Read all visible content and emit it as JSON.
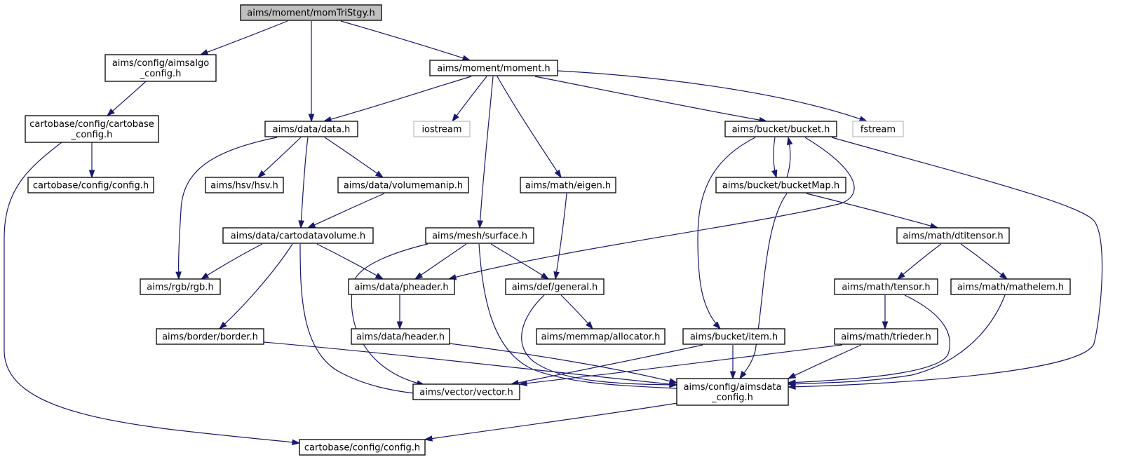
{
  "colors": {
    "edge": "#191970",
    "node_border": "#000000",
    "root_fill": "#bfbfbf",
    "external_border": "#bfbfbf",
    "node_fill": "#ffffff"
  },
  "nodes": [
    {
      "id": "root",
      "lines": [
        "aims/moment/momTriStgy.h"
      ],
      "kind": "root"
    },
    {
      "id": "aimsalgo",
      "lines": [
        "aims/config/aimsalgo",
        "_config.h"
      ],
      "kind": "normal"
    },
    {
      "id": "moment",
      "lines": [
        "aims/moment/moment.h"
      ],
      "kind": "normal"
    },
    {
      "id": "cbcfg",
      "lines": [
        "cartobase/config/cartobase",
        "_config.h"
      ],
      "kind": "normal"
    },
    {
      "id": "data",
      "lines": [
        "aims/data/data.h"
      ],
      "kind": "normal"
    },
    {
      "id": "iostream",
      "lines": [
        "iostream"
      ],
      "kind": "external"
    },
    {
      "id": "bucket",
      "lines": [
        "aims/bucket/bucket.h"
      ],
      "kind": "normal"
    },
    {
      "id": "fstream",
      "lines": [
        "fstream"
      ],
      "kind": "external"
    },
    {
      "id": "config1",
      "lines": [
        "cartobase/config/config.h"
      ],
      "kind": "normal"
    },
    {
      "id": "hsv",
      "lines": [
        "aims/hsv/hsv.h"
      ],
      "kind": "normal"
    },
    {
      "id": "volmanip",
      "lines": [
        "aims/data/volumemanip.h"
      ],
      "kind": "normal"
    },
    {
      "id": "eigen",
      "lines": [
        "aims/math/eigen.h"
      ],
      "kind": "normal"
    },
    {
      "id": "bucketmap",
      "lines": [
        "aims/bucket/bucketMap.h"
      ],
      "kind": "normal"
    },
    {
      "id": "cdvol",
      "lines": [
        "aims/data/cartodatavolume.h"
      ],
      "kind": "normal"
    },
    {
      "id": "surface",
      "lines": [
        "aims/mesh/surface.h"
      ],
      "kind": "normal"
    },
    {
      "id": "dtitensor",
      "lines": [
        "aims/math/dtitensor.h"
      ],
      "kind": "normal"
    },
    {
      "id": "rgb",
      "lines": [
        "aims/rgb/rgb.h"
      ],
      "kind": "normal"
    },
    {
      "id": "pheader",
      "lines": [
        "aims/data/pheader.h"
      ],
      "kind": "normal"
    },
    {
      "id": "general",
      "lines": [
        "aims/def/general.h"
      ],
      "kind": "normal"
    },
    {
      "id": "tensor",
      "lines": [
        "aims/math/tensor.h"
      ],
      "kind": "normal"
    },
    {
      "id": "mathelem",
      "lines": [
        "aims/math/mathelem.h"
      ],
      "kind": "normal"
    },
    {
      "id": "border",
      "lines": [
        "aims/border/border.h"
      ],
      "kind": "normal"
    },
    {
      "id": "header",
      "lines": [
        "aims/data/header.h"
      ],
      "kind": "normal"
    },
    {
      "id": "allocator",
      "lines": [
        "aims/memmap/allocator.h"
      ],
      "kind": "normal"
    },
    {
      "id": "item",
      "lines": [
        "aims/bucket/item.h"
      ],
      "kind": "normal"
    },
    {
      "id": "trieder",
      "lines": [
        "aims/math/trieder.h"
      ],
      "kind": "normal"
    },
    {
      "id": "aimsdata",
      "lines": [
        "aims/config/aimsdata",
        "_config.h"
      ],
      "kind": "normal"
    },
    {
      "id": "vector",
      "lines": [
        "aims/vector/vector.h"
      ],
      "kind": "normal"
    },
    {
      "id": "config2",
      "lines": [
        "cartobase/config/config.h"
      ],
      "kind": "normal"
    }
  ],
  "edges": [
    {
      "from": "root",
      "to": "aimsalgo"
    },
    {
      "from": "root",
      "to": "data"
    },
    {
      "from": "root",
      "to": "moment"
    },
    {
      "from": "aimsalgo",
      "to": "cbcfg"
    },
    {
      "from": "cbcfg",
      "to": "config1"
    },
    {
      "from": "cbcfg",
      "to": "config2"
    },
    {
      "from": "moment",
      "to": "data"
    },
    {
      "from": "moment",
      "to": "iostream"
    },
    {
      "from": "moment",
      "to": "surface"
    },
    {
      "from": "moment",
      "to": "eigen"
    },
    {
      "from": "moment",
      "to": "bucket"
    },
    {
      "from": "moment",
      "to": "fstream"
    },
    {
      "from": "data",
      "to": "rgb"
    },
    {
      "from": "data",
      "to": "hsv"
    },
    {
      "from": "data",
      "to": "cdvol"
    },
    {
      "from": "data",
      "to": "volmanip"
    },
    {
      "from": "volmanip",
      "to": "cdvol"
    },
    {
      "from": "cdvol",
      "to": "rgb"
    },
    {
      "from": "cdvol",
      "to": "pheader"
    },
    {
      "from": "cdvol",
      "to": "border"
    },
    {
      "from": "cdvol",
      "to": "vector"
    },
    {
      "from": "surface",
      "to": "pheader"
    },
    {
      "from": "surface",
      "to": "general"
    },
    {
      "from": "surface",
      "to": "vector"
    },
    {
      "from": "surface",
      "to": "aimsdata"
    },
    {
      "from": "eigen",
      "to": "general"
    },
    {
      "from": "bucket",
      "to": "bucketmap"
    },
    {
      "from": "bucketmap",
      "to": "bucket"
    },
    {
      "from": "bucket",
      "to": "pheader"
    },
    {
      "from": "bucket",
      "to": "item"
    },
    {
      "from": "bucket",
      "to": "aimsdata"
    },
    {
      "from": "bucketmap",
      "to": "dtitensor"
    },
    {
      "from": "bucketmap",
      "to": "aimsdata"
    },
    {
      "from": "dtitensor",
      "to": "tensor"
    },
    {
      "from": "dtitensor",
      "to": "mathelem"
    },
    {
      "from": "tensor",
      "to": "trieder"
    },
    {
      "from": "tensor",
      "to": "aimsdata"
    },
    {
      "from": "mathelem",
      "to": "aimsdata"
    },
    {
      "from": "trieder",
      "to": "vector"
    },
    {
      "from": "trieder",
      "to": "aimsdata"
    },
    {
      "from": "pheader",
      "to": "header"
    },
    {
      "from": "header",
      "to": "aimsdata"
    },
    {
      "from": "general",
      "to": "allocator"
    },
    {
      "from": "general",
      "to": "aimsdata"
    },
    {
      "from": "border",
      "to": "aimsdata"
    },
    {
      "from": "item",
      "to": "vector"
    },
    {
      "from": "item",
      "to": "aimsdata"
    },
    {
      "from": "aimsdata",
      "to": "config2"
    }
  ]
}
